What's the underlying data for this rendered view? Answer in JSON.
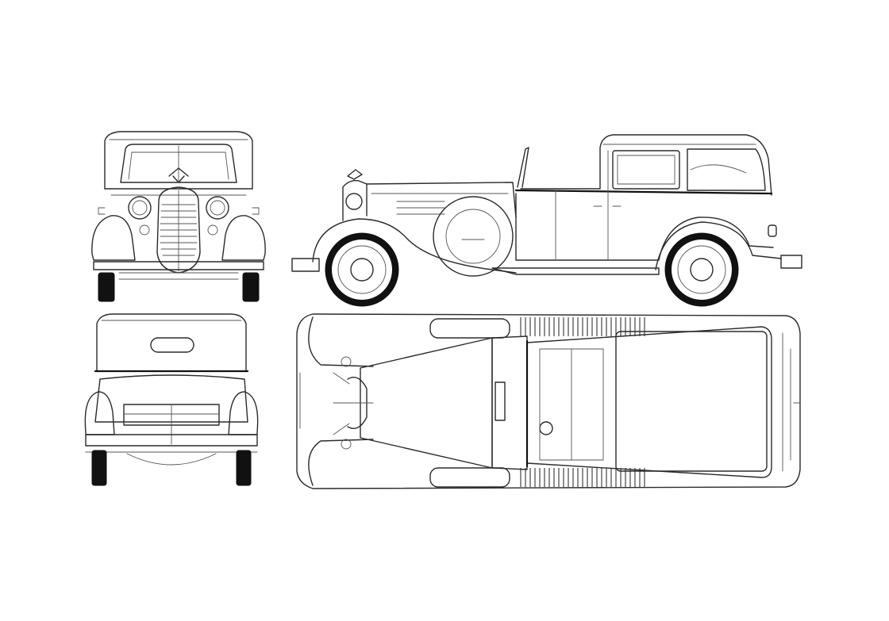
{
  "image": {
    "kind": "vehicle blueprint drawing",
    "background_color": "#ffffff",
    "line_color": "#2b2b2b",
    "views": [
      {
        "id": "front",
        "text": ""
      },
      {
        "id": "side",
        "text": ""
      },
      {
        "id": "rear",
        "text": ""
      },
      {
        "id": "top",
        "text": ""
      }
    ]
  }
}
